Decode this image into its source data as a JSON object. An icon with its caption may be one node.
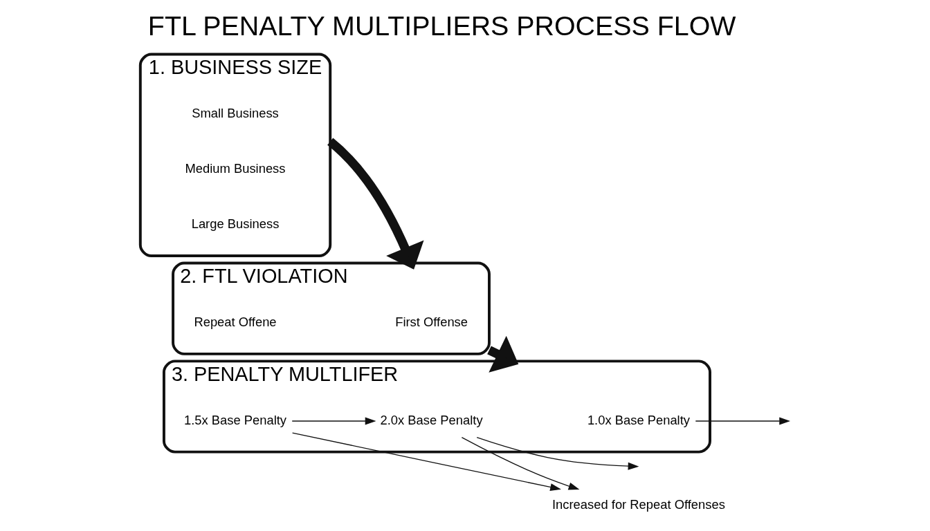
{
  "diagram": {
    "title": "FTL PENALTY MULTIPLIERS PROCESS FLOW",
    "nodes": [
      {
        "text": [
          "1. BUSINESS SIZE"
        ]
      },
      {
        "text": [
          "Small Business"
        ],
        "in": 0
      },
      {
        "text": [
          "Medium Business"
        ],
        "in": 0
      },
      {
        "text": [
          "Large Business"
        ],
        "in": 0
      },
      {
        "text": [
          "2. FTL VIOLATION"
        ]
      },
      {
        "text": [
          "First Offense"
        ],
        "in": 4
      },
      {
        "text": [
          "Repeat Offene"
        ],
        "in": 4
      },
      {
        "text": [
          "3. PENALTY MULTLIFER"
        ]
      },
      {
        "text": [
          "1.0x Base Penalty"
        ],
        "in": 7
      },
      {
        "text": [
          "1.5x Base Penalty"
        ],
        "in": 7
      },
      {
        "text": [
          "2.0x Base Penalty"
        ],
        "in": 7
      },
      {
        "text": [
          "Increased for Repeat Offenses"
        ]
      }
    ],
    "edges": [
      {
        "from": 0,
        "to": 4,
        "arrow": "to",
        "style": "thick"
      },
      {
        "from": 4,
        "to": 7,
        "arrow": "to",
        "style": "thick"
      },
      {
        "from": 8,
        "to": null,
        "arrow": "to"
      },
      {
        "from": 9,
        "to": 10,
        "arrow": "to"
      },
      {
        "from": 10,
        "to": null,
        "arrow": "to"
      },
      {
        "from": 9,
        "to": 11,
        "arrow": "to"
      },
      {
        "from": 10,
        "to": 11,
        "arrow": "to"
      }
    ]
  }
}
